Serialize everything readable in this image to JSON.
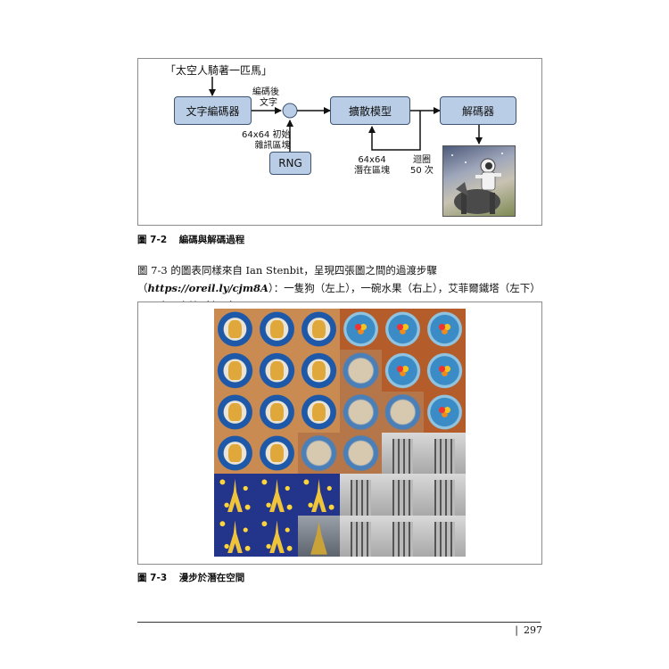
{
  "figure1": {
    "prompt": "「太空人騎著一匹馬」",
    "nodes": {
      "text_encoder": "文字編碼器",
      "diffusion_model": "擴散模型",
      "decoder": "解碼器",
      "rng": "RNG"
    },
    "labels": {
      "encoded_text_line1": "編碼後",
      "encoded_text_line2": "文字",
      "init_noise_line1": "64x64 初始",
      "init_noise_line2": "雜訊區塊",
      "latent_line1": "64x64",
      "latent_line2": "潛在區塊",
      "loop_line1": "迴圈",
      "loop_line2": "50 次"
    },
    "caption_number": "圖 7-2",
    "caption_title": "編碼與解碼過程"
  },
  "paragraph": {
    "part1": "圖 7-3 的圖表同樣來自 Ian Stenbit，呈現四張圖之間的過渡步驟（",
    "url": "https://oreil.ly/cjm8A",
    "part2": "）：一隻狗（左上），一碗水果（右上），艾菲爾鐵塔（左下）以及摩天大樓（右下）。"
  },
  "figure2": {
    "caption_number": "圖 7-3",
    "caption_title": "漫步於潛在空間",
    "grid": [
      [
        "dog",
        "dog",
        "dog",
        "fruit",
        "fruit",
        "fruit"
      ],
      [
        "dog",
        "dog",
        "dog",
        "mixdf",
        "fruit",
        "fruit"
      ],
      [
        "dog",
        "dog",
        "dog",
        "mixdf",
        "mixdf",
        "fruit"
      ],
      [
        "dog",
        "dog",
        "mixdf",
        "mixdf",
        "bldg",
        "bldg"
      ],
      [
        "tower",
        "tower",
        "tower",
        "bldg",
        "bldg",
        "bldg"
      ],
      [
        "tower",
        "tower",
        "mixtb",
        "bldg",
        "bldg",
        "bldg"
      ]
    ]
  },
  "footer": {
    "separator": "|",
    "page_number": "297"
  }
}
